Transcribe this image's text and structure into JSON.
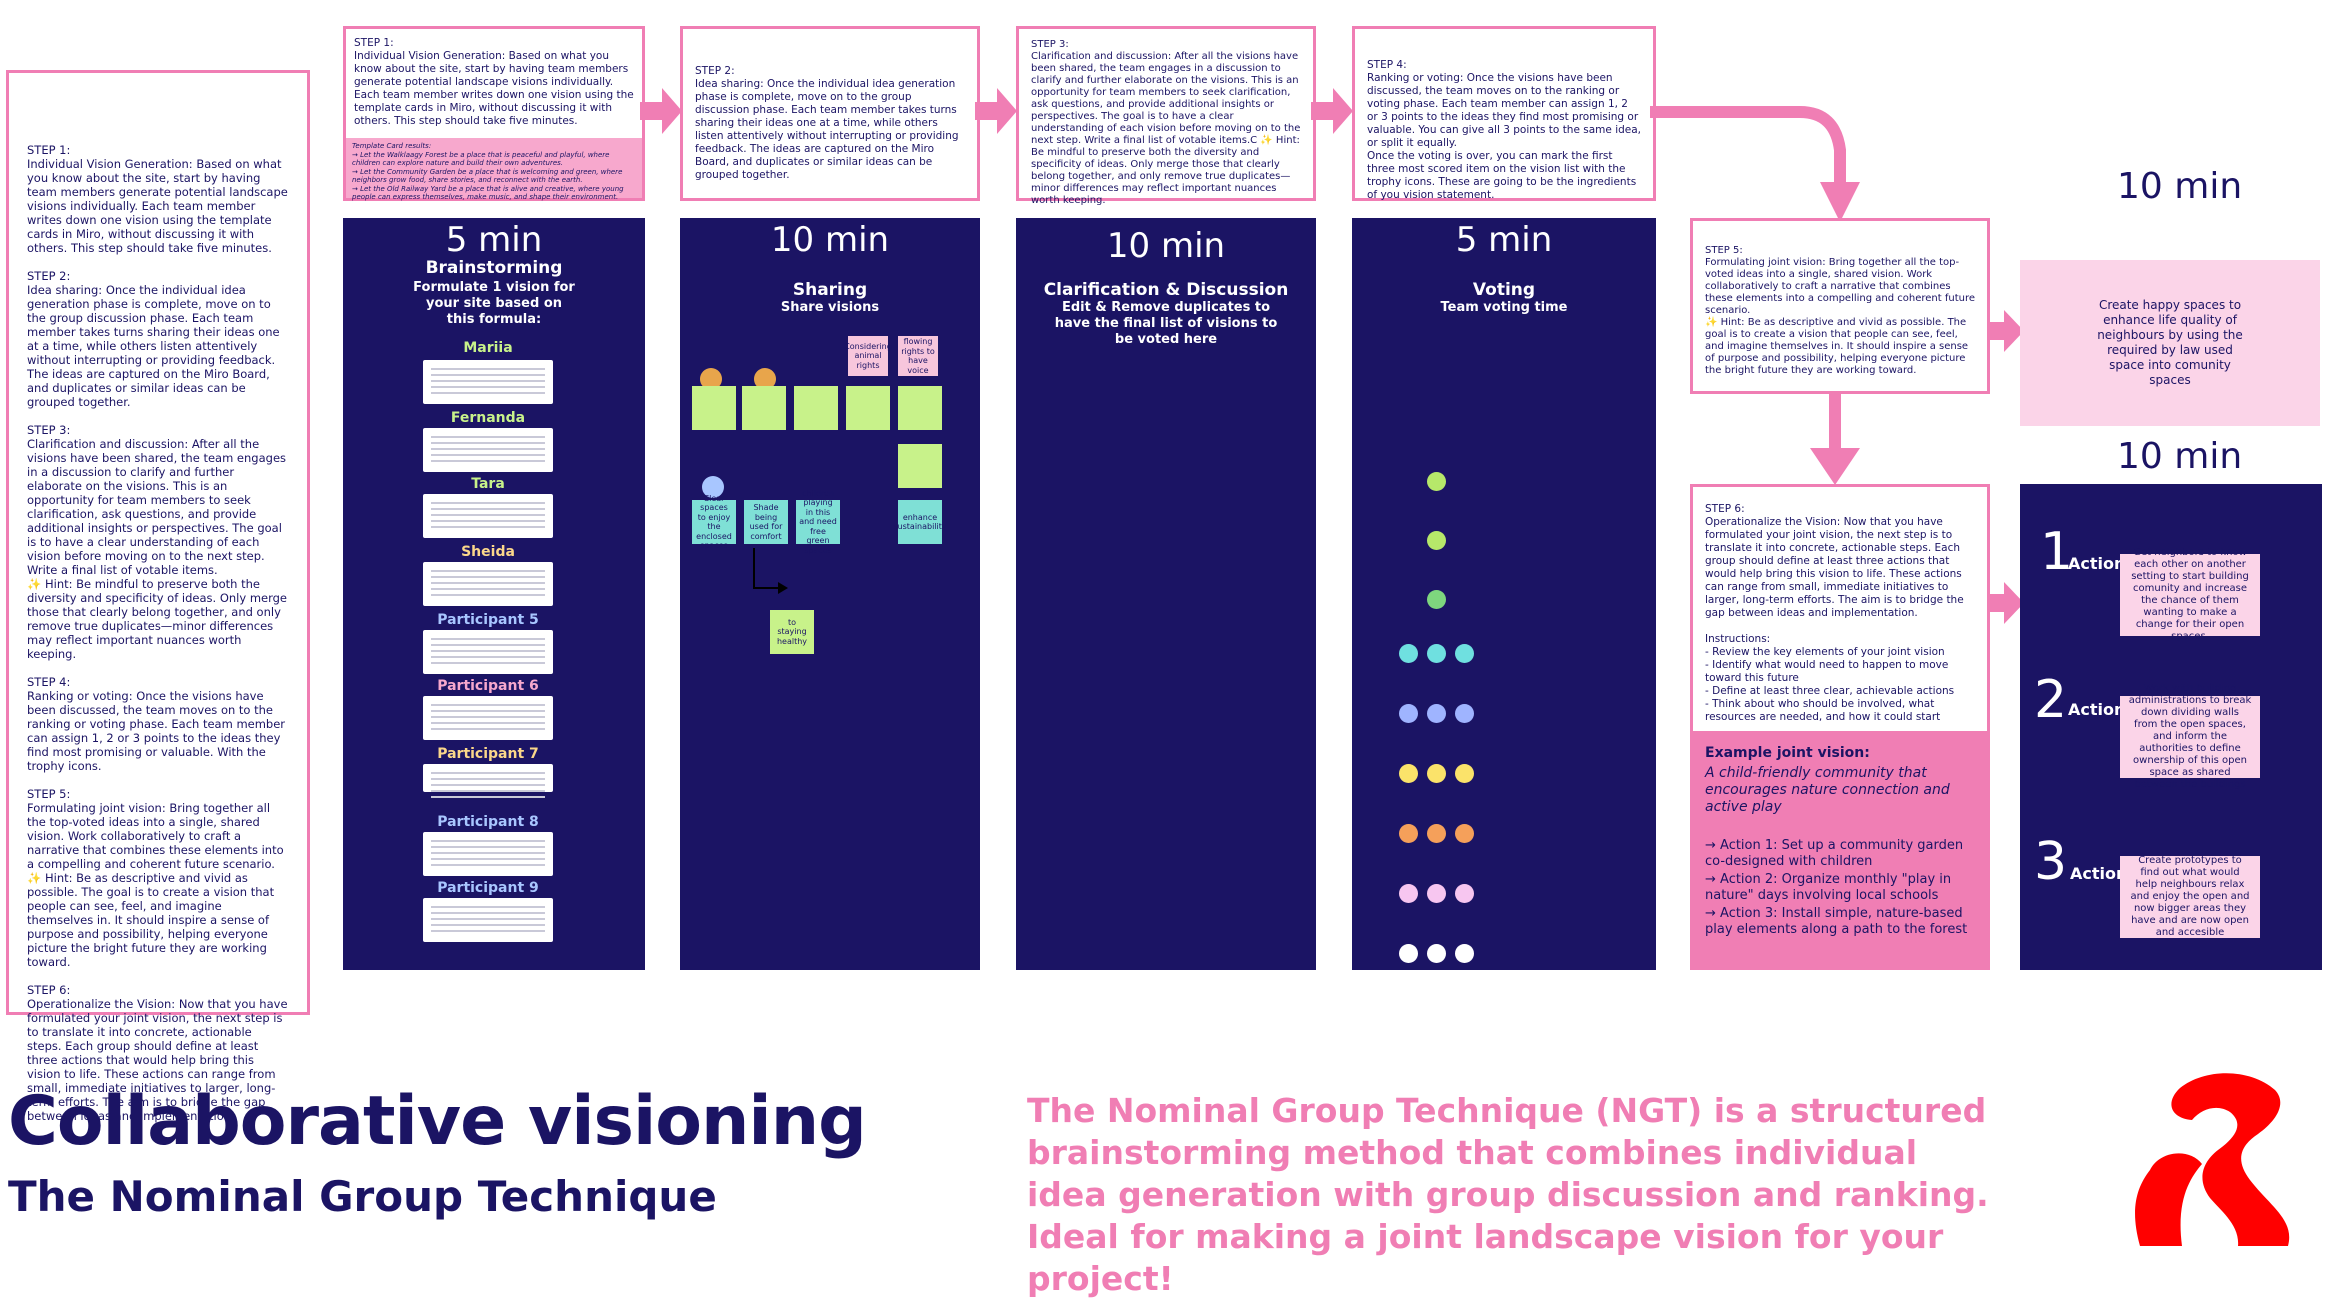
{
  "left_panel": {
    "text": "STEP 1:\nIndividual Vision Generation: Based on what you know about the site, start by having team members generate potential landscape visions individually. Each team member writes down one vision using the template cards in Miro, without discussing it with others. This step should take five minutes.\n\nSTEP 2:\nIdea sharing: Once the individual idea generation phase is complete, move on to the group discussion phase. Each team member takes turns sharing their ideas one at a time, while others listen attentively without interrupting or providing feedback. The ideas are captured on the Miro Board, and duplicates or similar ideas can be grouped together.\n\nSTEP 3:\nClarification and discussion: After all the visions have been shared, the team engages in a discussion to clarify and further elaborate on the visions. This is an opportunity for team members to seek clarification, ask questions, and provide additional insights or perspectives. The goal is to have a clear understanding of each vision before moving on to the next step. Write a final list of votable items.\n✨ Hint: Be mindful to preserve both the diversity and specificity of ideas. Only merge those that clearly belong together, and only remove true duplicates—minor differences may reflect important nuances worth keeping.\n\nSTEP 4:\nRanking or voting: Once the visions have been discussed, the team moves on to the ranking or voting phase. Each team member can assign 1, 2 or 3 points to the ideas they find most promising or valuable. With the trophy icons.\n\nSTEP 5:\nFormulating joint vision: Bring together all the top-voted ideas into a single, shared vision. Work collaboratively to craft a narrative that combines these elements into a compelling and coherent future scenario.\n✨ Hint: Be as descriptive and vivid as possible. The goal is to create a vision that people can see, feel, and imagine themselves in. It should inspire a sense of purpose and possibility, helping everyone picture the bright future they are working toward.\n\nSTEP 6:\nOperationalize the Vision: Now that you have formulated your joint vision, the next step is to translate it into concrete, actionable steps. Each group should define at least three actions that would help bring this vision to life. These actions can range from small, immediate initiatives to larger, long-term efforts. The aim is to bridge the gap between ideas and implementation."
  },
  "steps": {
    "step1": "STEP 1:\nIndividual Vision Generation: Based on what you know about the site, start by having team members generate potential landscape visions individually. Each team member writes down one vision using the template cards in Miro, without discussing it with others. This step should take five minutes.",
    "step1_template": "Template Card results:\n→ Let the Walklaagy Forest be a place that is peaceful and playful, where children can explore nature and build their own adventures.\n→ Let the Community Garden be a place that is welcoming and green, where neighbors grow food, share stories, and reconnect with the earth.\n→ Let the Old Railway Yard be a place that is alive and creative, where young people can express themselves, make music, and shape their environment.",
    "step2": "STEP 2:\nIdea sharing: Once the individual idea generation phase is complete, move on to the group discussion phase. Each team member takes turns sharing their ideas one at a time, while others listen attentively without interrupting or providing feedback. The ideas are captured on the Miro Board, and duplicates or similar ideas can be grouped together.",
    "step3": "STEP 3:\nClarification and discussion: After all the visions have been shared, the team engages in a discussion to clarify and further elaborate on the visions. This is an opportunity for team members to seek clarification, ask questions, and provide additional insights or perspectives. The goal is to have a clear understanding of each vision before moving on to the next step. Write a final list of votable items.C ✨ Hint:\nBe mindful to preserve both the diversity and specificity of ideas. Only merge those that clearly belong together, and only remove true duplicates—minor differences may reflect important nuances worth keeping.",
    "step4": "STEP 4:\nRanking or voting: Once the visions have been discussed, the team moves on to the ranking or voting phase. Each team member can assign 1, 2 or 3 points to the ideas they find most promising or valuable. You can give all 3 points to the same idea, or split it equally.\nOnce the voting is over, you can mark the first three most scored item on the vision list with the trophy icons. These are going to be the ingredients of you vision statement.",
    "step5": "STEP 5:\nFormulating joint vision: Bring together all the top-voted ideas into a single, shared vision. Work collaboratively to craft a narrative that combines these elements into a compelling and coherent future scenario.\n✨ Hint: Be as descriptive and vivid as possible. The goal is to create a vision that people can see, feel, and imagine themselves in. It should inspire a sense of purpose and possibility, helping everyone picture the bright future they are working toward.",
    "step6": "STEP 6:\nOperationalize the Vision: Now that you have formulated your joint vision, the next step is to translate it into concrete, actionable steps. Each group should define at least three actions that would help bring this vision to life. These actions can range from small, immediate initiatives to larger, long-term efforts. The aim is to bridge the gap between ideas and implementation.\n\nInstructions:\n- Review the key elements of your joint vision\n- Identify what would need to happen to move toward this future\n- Define at least three clear, achievable actions\n- Think about who should be involved, what resources are needed, and how it could start"
  },
  "columns": {
    "brainstorming": {
      "time": "5 min",
      "title": "Brainstorming",
      "sub": "Formulate 1 vision for your site based on this formula:"
    },
    "sharing": {
      "time": "10 min",
      "title": "Sharing",
      "sub": "Share visions"
    },
    "clarification": {
      "time": "10 min",
      "title": "Clarification & Discussion",
      "sub": "Edit & Remove duplicates to have the final list of visions to be voted here"
    },
    "voting": {
      "time": "5 min",
      "title": "Voting",
      "sub": "Team voting time"
    }
  },
  "participants": [
    "Mariia",
    "Fernanda",
    "Tara",
    "Sheida",
    "Participant 5",
    "Participant 6",
    "Participant 7",
    "Participant 8",
    "Participant 9"
  ],
  "sharing_stickies": [
    "Considering animal rights",
    "flowing rights to have voice",
    "Clear spaces to enjoy the enclosed spaces",
    "Shade being used for comfort",
    "children playing in this and need free green spaces",
    "enhance sustainability",
    "to staying healthy"
  ],
  "joint_vision": {
    "time": "10 min",
    "sticky": "Create happy spaces to enhance life quality of neighbours by using the required by law used space into comunity spaces",
    "example_label": "Example joint vision:",
    "example_text": "A child-friendly community that encourages nature connection and active play",
    "action1": "→ Action 1: Set up a community garden co-designed with children",
    "action2": "→ Action 2: Organize monthly \"play in nature\" days involving local schools",
    "action3": "→ Action 3: Install simple, nature-based play elements along a path to the forest"
  },
  "actions": {
    "time": "10 min",
    "label": "Action",
    "items": [
      {
        "num": "1",
        "text": "Get neighbors to know each other on another setting to start building comunity and increase the chance of them wanting to make a change for their open spaces."
      },
      {
        "num": "2",
        "text": "Work with building administrations to break down dividing walls from the open spaces, and inform the authorities to define ownership of this open space as shared between the buildings"
      },
      {
        "num": "3",
        "text": "Create prototypes to find out what would help neighbours relax  and enjoy the open and now bigger areas they have and are now open and accesible"
      }
    ]
  },
  "footer": {
    "title": "Collaborative visioning",
    "subtitle": "The Nominal Group Technique",
    "description": "The Nominal Group Technique (NGT) is a structured brainstorming method that combines individual idea generation with group discussion and ranking. Ideal for making a joint landscape vision for your project!"
  },
  "colors": {
    "navy": "#1b1464",
    "pink": "#f07eb4",
    "light_pink": "#fbd4e8",
    "logo_red": "#ff0000"
  }
}
